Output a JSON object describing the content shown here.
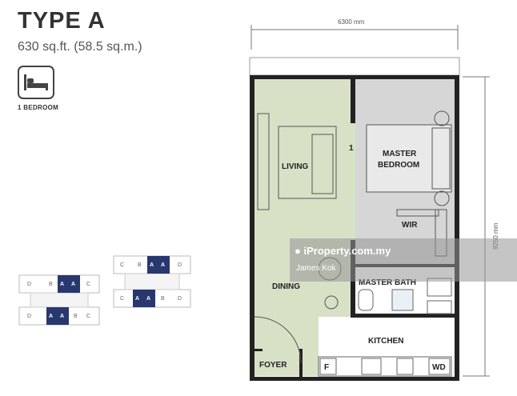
{
  "header": {
    "type_title": "TYPE A",
    "size_text": "630 sq.ft. (58.5 sq.m.)",
    "bedroom_icon": "bed-icon",
    "bedroom_label": "1 BEDROOM"
  },
  "plan": {
    "width_dim": "6300 mm",
    "height_dim": "9250 mm",
    "rooms": {
      "living": "LIVING",
      "master_bedroom_line1": "MASTER",
      "master_bedroom_line2": "BEDROOM",
      "wir": "WIR",
      "dining": "DINING",
      "master_bath": "MASTER BATH",
      "kitchen": "KITCHEN",
      "foyer": "FOYER",
      "wd": "WD",
      "fridge": "F",
      "door_marker": "1"
    },
    "colors": {
      "living_area": "#d8e1c6",
      "bedroom_area": "#d6d6d6",
      "wall": "#222222",
      "unit_highlight": "#28376e"
    }
  },
  "key_plans": {
    "left_top_row": [
      "D",
      "B",
      "A",
      "A",
      "C"
    ],
    "left_bottom_row": [
      "D",
      "A",
      "A",
      "B",
      "C"
    ],
    "right_top_row": [
      "C",
      "B",
      "A",
      "A",
      "D"
    ],
    "right_bottom_row": [
      "C",
      "A",
      "A",
      "B",
      "D"
    ]
  },
  "watermark": {
    "brand": "iProperty.com.my",
    "agent": "James Kok"
  }
}
